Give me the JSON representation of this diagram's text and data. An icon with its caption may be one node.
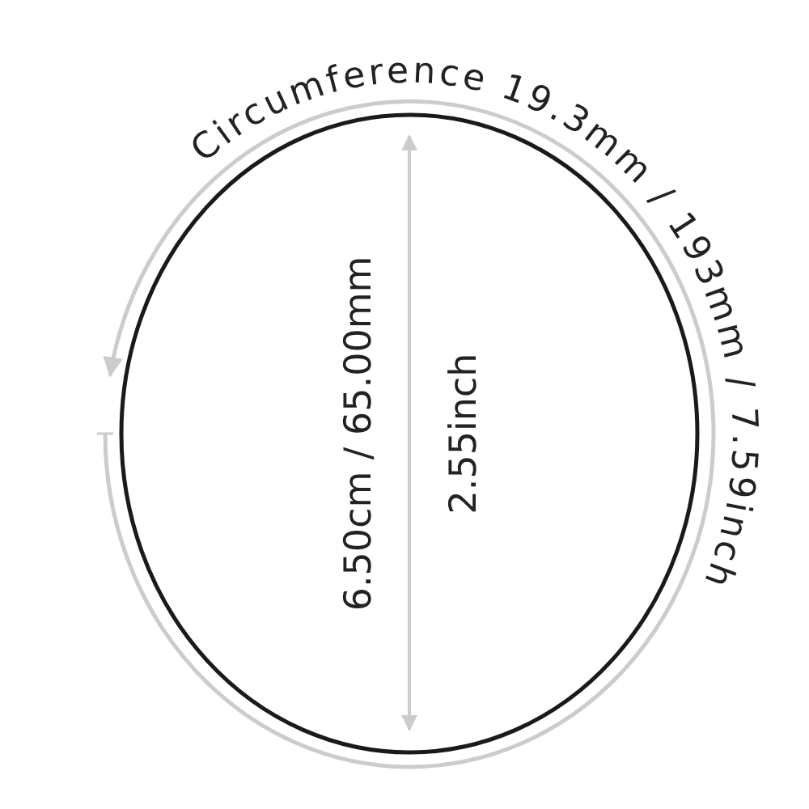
{
  "diagram": {
    "labels": [
      "Circumference 19.3mm / 193mm / 7.59inch",
      "6.50cm / 65.00mm",
      "2.55inch"
    ]
  }
}
